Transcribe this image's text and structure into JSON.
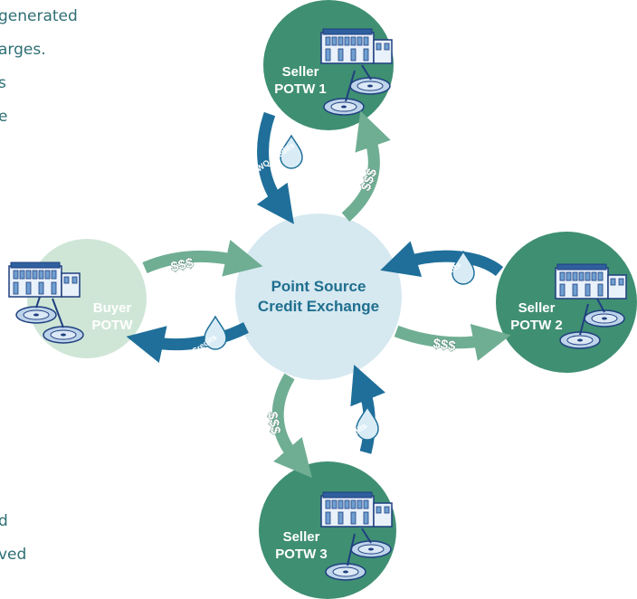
{
  "side_text": {
    "line1": "generated",
    "line2": "arges.",
    "line3": "s",
    "line4": "e",
    "line5": "d",
    "line6": "ved"
  },
  "hub": {
    "line1": "Point Source",
    "line2": "Credit Exchange"
  },
  "nodes": {
    "seller1": {
      "line1": "Seller",
      "line2": "POTW 1"
    },
    "seller2": {
      "line1": "Seller",
      "line2": "POTW 2"
    },
    "seller3": {
      "line1": "Seller",
      "line2": "POTW 3"
    },
    "buyer": {
      "line1": "Buyer",
      "line2": "POTW"
    }
  },
  "flows": {
    "money": "$$$",
    "credits": "WQ Credits"
  },
  "colors": {
    "seller": "#3f8f73",
    "buyer": "#cfe6d7",
    "hub": "#d6e8f0",
    "credit_arrow": "#1f6f9a",
    "money_arrow": "#6fae93",
    "text": "#2e6f74"
  }
}
